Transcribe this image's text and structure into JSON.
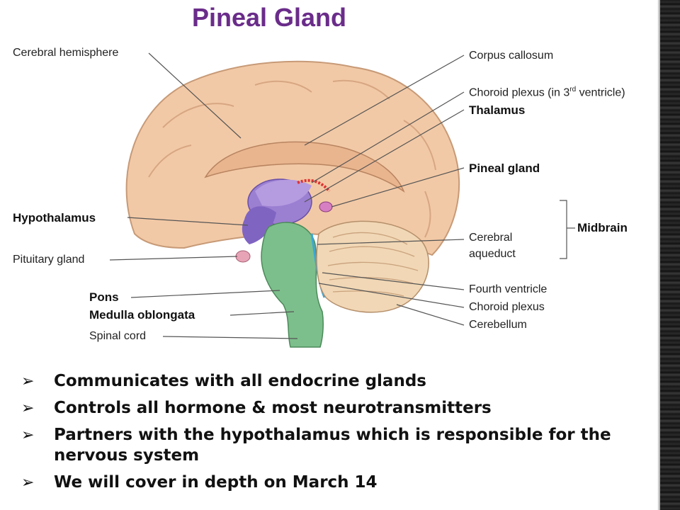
{
  "title": "Pineal Gland",
  "labels": {
    "cerebral_hemisphere": "Cerebral hemisphere",
    "corpus_callosum": "Corpus callosum",
    "choroid_plexus_3rd": "Choroid plexus (in 3rd ventricle)",
    "thalamus": "Thalamus",
    "pineal_gland": "Pineal gland",
    "hypothalamus": "Hypothalamus",
    "midbrain": "Midbrain",
    "pituitary_gland": "Pituitary gland",
    "cerebral_aqueduct_line1": "Cerebral",
    "cerebral_aqueduct_line2": "aqueduct",
    "pons": "Pons",
    "fourth_ventricle": "Fourth ventricle",
    "medulla_oblongata": "Medulla oblongata",
    "choroid_plexus": "Choroid plexus",
    "spinal_cord": "Spinal cord",
    "cerebellum": "Cerebellum"
  },
  "bullets": [
    "Communicates with all endocrine glands",
    "Controls all hormone & most neurotransmitters",
    "Partners with the hypothalamus which is responsible for the nervous system",
    "We will cover in depth on March 14"
  ],
  "bullet_marker": "➢",
  "colors": {
    "title": "#6a2c8a",
    "brain_tissue": "#f2c9a6",
    "thalamus": "#9b7fd1",
    "brainstem": "#7dbf8c",
    "cerebellum": "#f1d7b5"
  }
}
